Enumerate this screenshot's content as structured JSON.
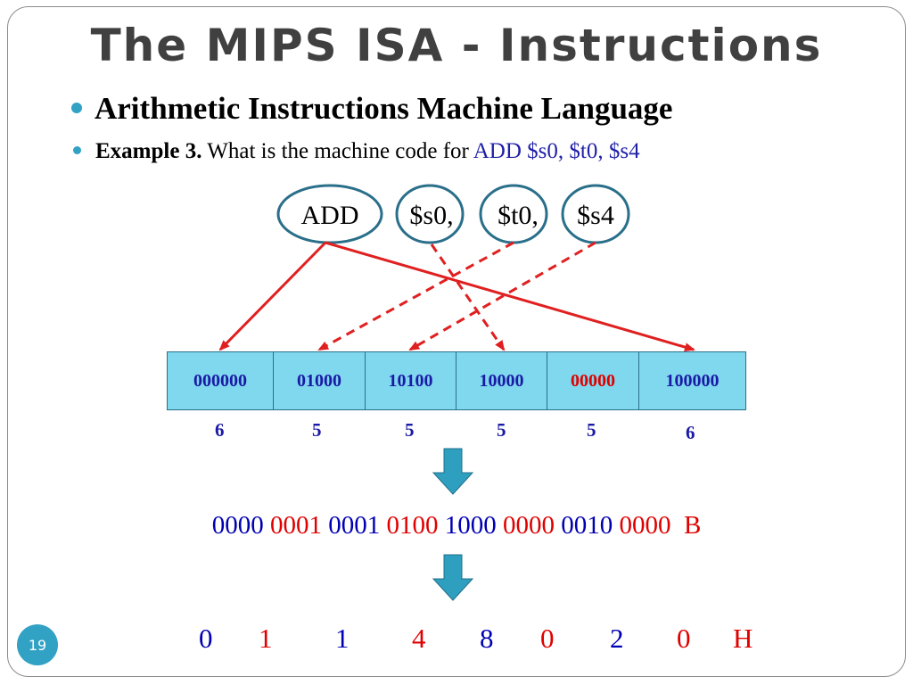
{
  "slide": {
    "title": "The MIPS ISA - Instructions",
    "bullet1": "Arithmetic Instructions Machine Language",
    "bullet2": {
      "label": "Example 3.",
      "text": " What is the machine code for ",
      "instruction": "ADD $s0, $t0, $s4"
    },
    "page_number": "19"
  },
  "operands": [
    {
      "label": "ADD",
      "name": "oval-add"
    },
    {
      "label": "$s0,",
      "name": "oval-s0"
    },
    {
      "label": "$t0,",
      "name": "oval-t0"
    },
    {
      "label": "$s4",
      "name": "oval-s4"
    }
  ],
  "fields": [
    {
      "bits": "000000",
      "width": "6",
      "color": "#1a1aa6"
    },
    {
      "bits": "01000",
      "width": "5",
      "color": "#1a1aa6"
    },
    {
      "bits": "10100",
      "width": "5",
      "color": "#1a1aa6"
    },
    {
      "bits": "10000",
      "width": "5",
      "color": "#1a1aa6"
    },
    {
      "bits": "00000",
      "width": "5",
      "color": "#e00000"
    },
    {
      "bits": "100000",
      "width": "6",
      "color": "#1a1aa6"
    }
  ],
  "binary": {
    "groups": [
      "0000",
      "0001",
      "0001",
      "0100",
      "1000",
      "0000",
      "0010",
      "0000"
    ],
    "suffix": "B"
  },
  "hex": {
    "digits": [
      "0",
      "1",
      "1",
      "4",
      "8",
      "0",
      "2",
      "0"
    ],
    "suffix": "H"
  },
  "colors": {
    "accent": "#31a1c4",
    "blue": "#0000b3",
    "red": "#e00000",
    "field_fill": "#7fd8ee",
    "arrow_red": "#e02020",
    "oval_stroke": "#2a6f8a",
    "down_arrow": "#2f9fc0"
  }
}
